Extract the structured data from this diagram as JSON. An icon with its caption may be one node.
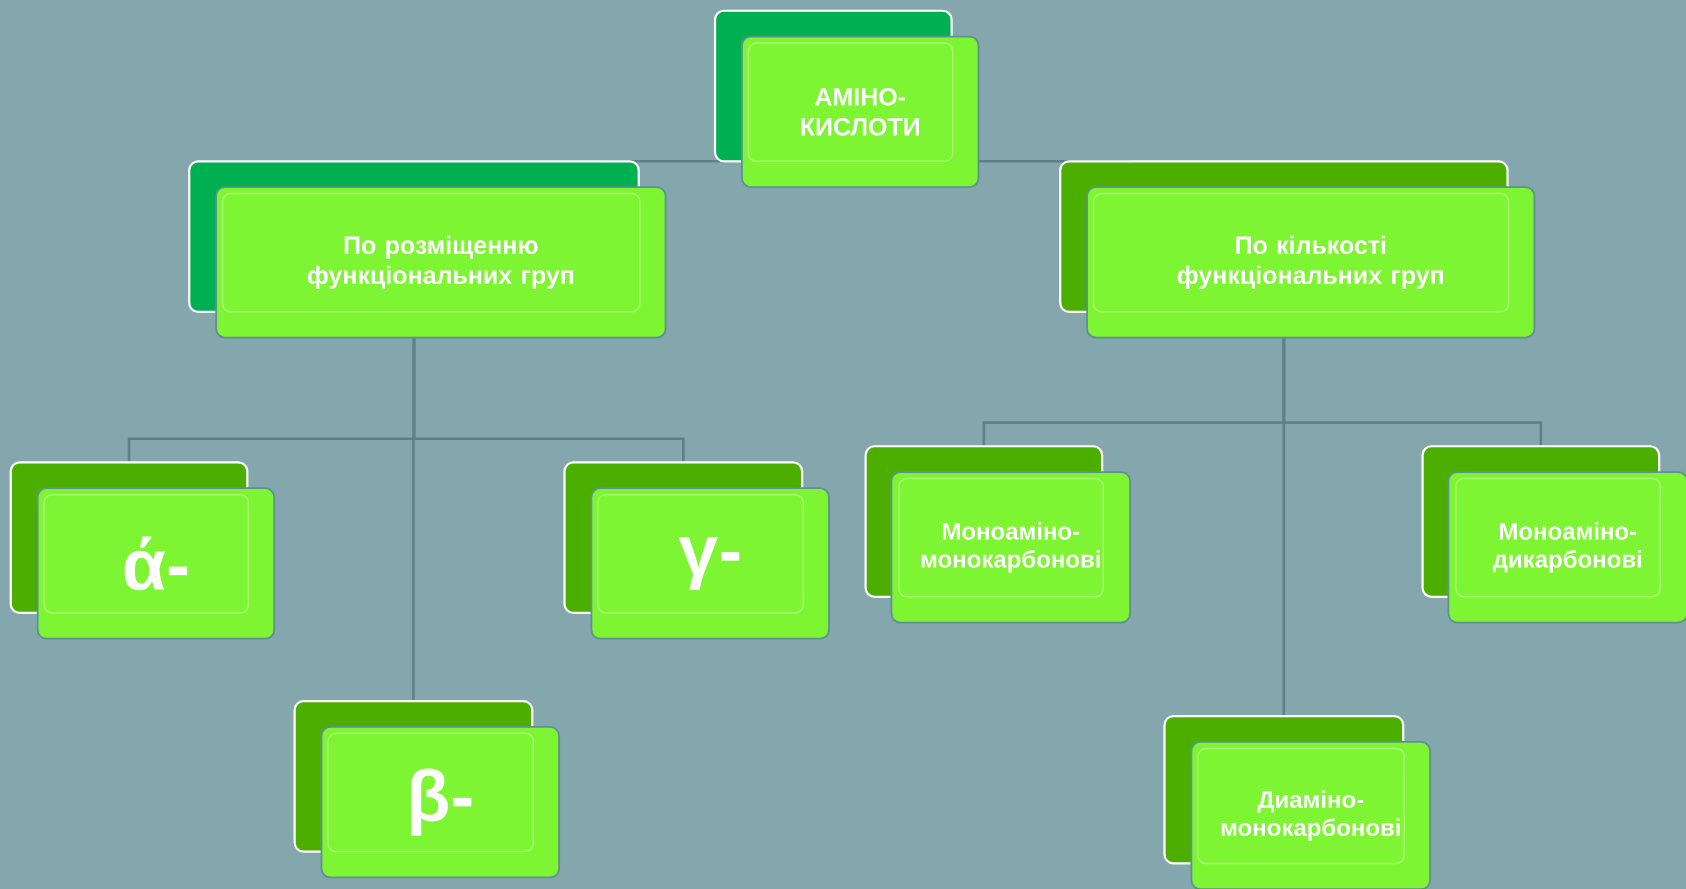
{
  "diagram": {
    "nodes": [
      {
        "text": [
          "АМІНО-КИСЛОТИ"
        ]
      },
      {
        "text": [
          "По розміщенню функціональних груп"
        ]
      },
      {
        "text": [
          "По кількості функціональних груп"
        ]
      },
      {
        "text": [
          "ά-"
        ]
      },
      {
        "text": [
          "β-"
        ]
      },
      {
        "text": [
          "γ-"
        ]
      },
      {
        "text": [
          "Моноаміно-монокарбонові"
        ]
      },
      {
        "text": [
          "Диаміно-монокарбонові"
        ]
      },
      {
        "text": [
          "Моноаміно-дикарбонові"
        ]
      }
    ],
    "edges": [
      {
        "from": 0,
        "to": 1,
        "arrow": "none"
      },
      {
        "from": 0,
        "to": 2,
        "arrow": "none"
      },
      {
        "from": 1,
        "to": 3,
        "arrow": "none"
      },
      {
        "from": 1,
        "to": 4,
        "arrow": "none"
      },
      {
        "from": 1,
        "to": 5,
        "arrow": "none"
      },
      {
        "from": 2,
        "to": 6,
        "arrow": "none"
      },
      {
        "from": 2,
        "to": 7,
        "arrow": "none"
      },
      {
        "from": 2,
        "to": 8,
        "arrow": "none"
      }
    ]
  }
}
